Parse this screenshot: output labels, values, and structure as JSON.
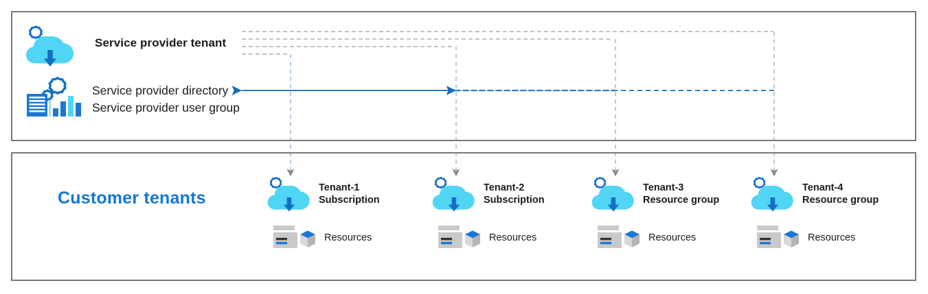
{
  "diagram": {
    "title_provider": "Service provider tenant",
    "directory_label": "Service provider directory",
    "usergroup_label": "Service provider user group",
    "customers_title": "Customer tenants",
    "resources_label": "Resources",
    "colors": {
      "panel_border": "#76787b",
      "cloud_fill": "#50d5f5",
      "cloud_arrow": "#1570c4",
      "gear_outline": "#1570c4",
      "accent_blue": "#1277d4",
      "arrow_blue": "#0f6cbd",
      "wire_gray": "#9a9a9a",
      "wire_blue_dash": "#8fb8d8",
      "arrowhead_gray": "#8a8a8a",
      "resource_gray": "#c9c9c9",
      "resource_cube_blue": "#1b77d4",
      "text": "#1b1b1b"
    },
    "icons": {
      "provider_cloud": "cloud-download-gear-icon",
      "provider_directory": "directory-chart-gear-icon",
      "tenant_cloud": "cloud-download-gear-icon",
      "resources": "server-cube-icon"
    },
    "tenants": [
      {
        "name": "Tenant-1",
        "scope": "Subscription",
        "resources": "Resources"
      },
      {
        "name": "Tenant-2",
        "scope": "Subscription",
        "resources": "Resources"
      },
      {
        "name": "Tenant-3",
        "scope": "Resource group",
        "resources": "Resources"
      },
      {
        "name": "Tenant-4",
        "scope": "Resource group",
        "resources": "Resources"
      }
    ],
    "connections": [
      {
        "from": "Tenant-1",
        "to": "Service provider directory"
      },
      {
        "from": "Tenant-2",
        "to": "Service provider directory"
      },
      {
        "from": "Tenant-3",
        "to": "Service provider directory"
      },
      {
        "from": "Tenant-4",
        "to": "Service provider directory"
      }
    ]
  }
}
